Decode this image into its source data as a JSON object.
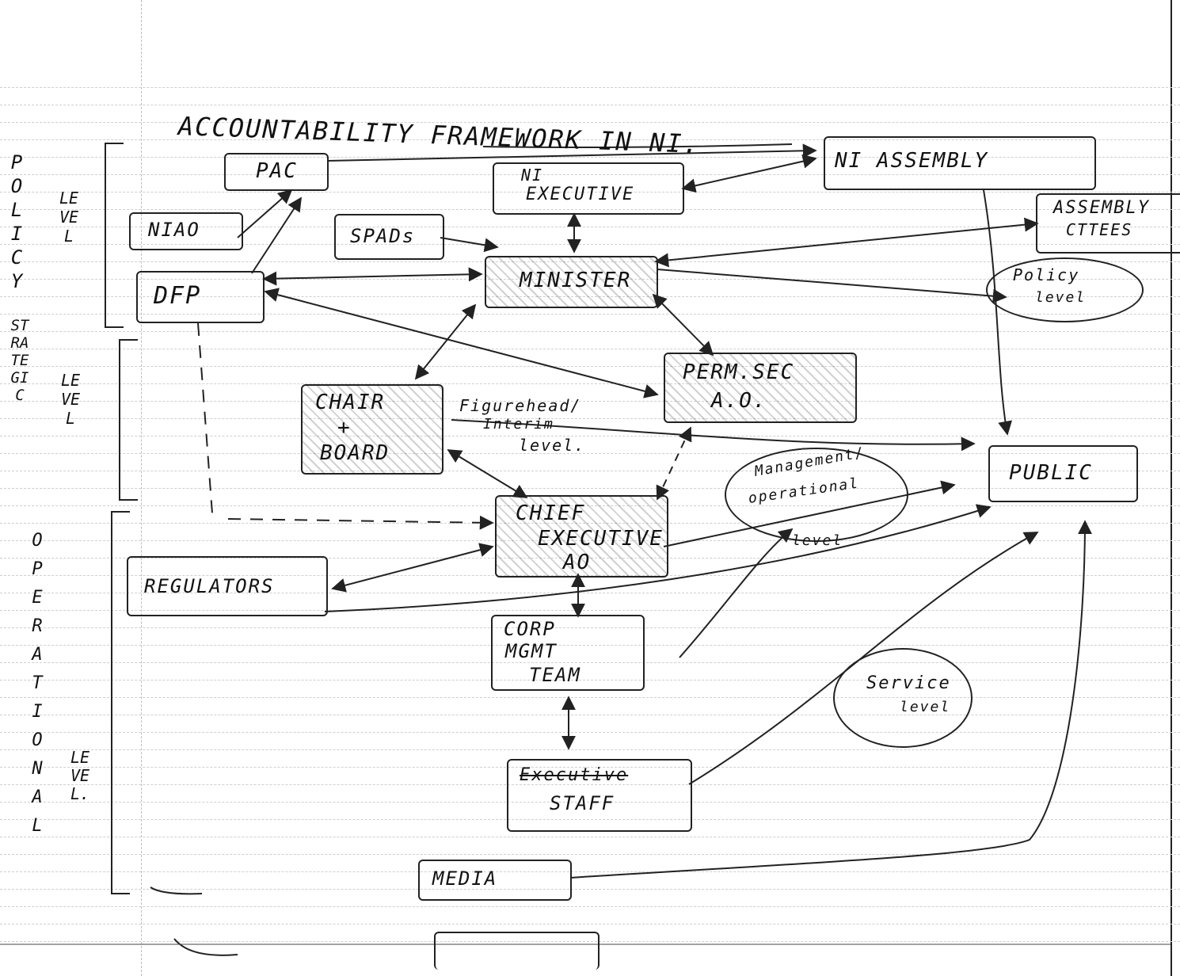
{
  "diagram": {
    "title": "ACCOUNTABILITY FRAMEWORK IN NI.",
    "levels": {
      "policy": {
        "side": "POLICY",
        "word": "LEVEL"
      },
      "strategic": {
        "side": "STRATEGIC",
        "word": "LEVEL"
      },
      "operational": {
        "side": "OPERATIONAL",
        "word": "LEVEL."
      }
    },
    "boxes": {
      "pac": "PAC",
      "niao": "NIAO",
      "dfp": "DFP",
      "ni_executive_1": "NI",
      "ni_executive_2": "EXECUTIVE",
      "spads": "SPADs",
      "minister": "MINISTER",
      "ni_assembly": "NI ASSEMBLY",
      "assembly_cttees_1": "ASSEMBLY",
      "assembly_cttees_2": "CTTEES",
      "perm_sec_1": "PERM.SEC",
      "perm_sec_2": "A.O.",
      "chair_board_1": "CHAIR",
      "chair_board_2": "+",
      "chair_board_3": "BOARD",
      "chief_exec_1": "CHIEF",
      "chief_exec_2": "EXECUTIVE",
      "chief_exec_3": "AO",
      "regulators": "REGULATORS",
      "corp_mgmt_1": "CORP",
      "corp_mgmt_2": "MGMT",
      "corp_mgmt_3": "TEAM",
      "staff_1": "Executive",
      "staff_2": "STAFF",
      "public": "PUBLIC",
      "media": "MEDIA"
    },
    "annotations": {
      "policy_level_1": "Policy",
      "policy_level_2": "level",
      "figurehead_1": "Figurehead/",
      "figurehead_2": "Interim",
      "figurehead_3": "level.",
      "management_1": "Management/",
      "management_2": "operational",
      "management_3": "level",
      "service_1": "Service",
      "service_2": "level"
    }
  }
}
